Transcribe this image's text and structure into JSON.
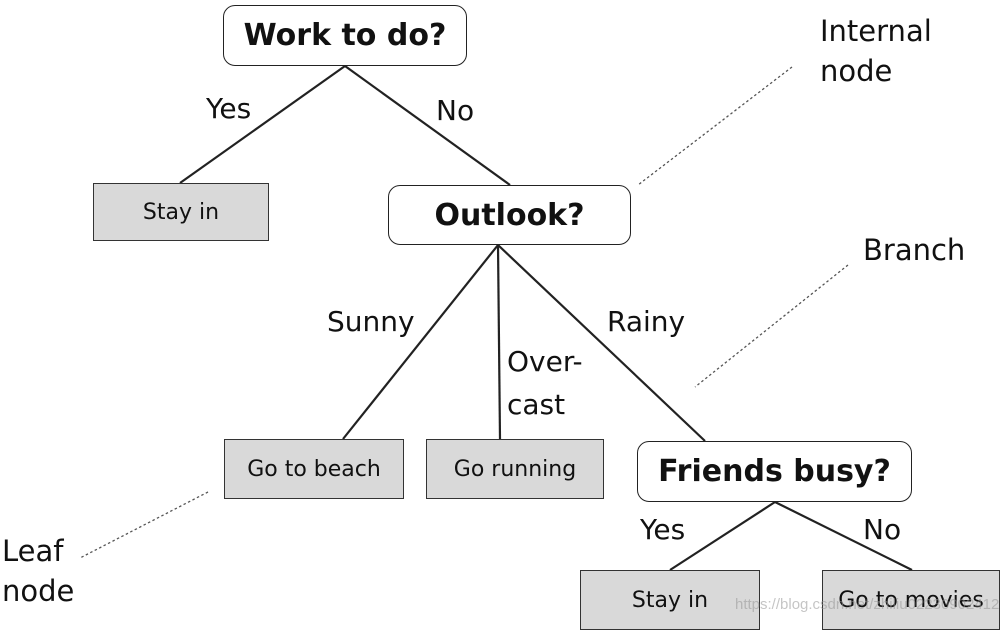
{
  "nodes": {
    "root": "Work to do?",
    "outlook": "Outlook?",
    "friends": "Friends busy?",
    "stay_in_1": "Stay in",
    "beach": "Go to beach",
    "running": "Go running",
    "stay_in_2": "Stay in",
    "movies": "Go to movies"
  },
  "edges": {
    "root_yes": "Yes",
    "root_no": "No",
    "sunny": "Sunny",
    "overcast_1": "Over-",
    "overcast_2": "cast",
    "rainy": "Rainy",
    "friends_yes": "Yes",
    "friends_no": "No"
  },
  "annotations": {
    "internal_1": "Internal",
    "internal_2": "node",
    "branch": "Branch",
    "leaf_1": "Leaf",
    "leaf_2": "node"
  },
  "watermark": "https://blog.csdn.net/zhiliu02230902412",
  "colors": {
    "leaf_fill": "#d9d9d9",
    "decision_fill": "#ffffff",
    "line": "#222222"
  }
}
